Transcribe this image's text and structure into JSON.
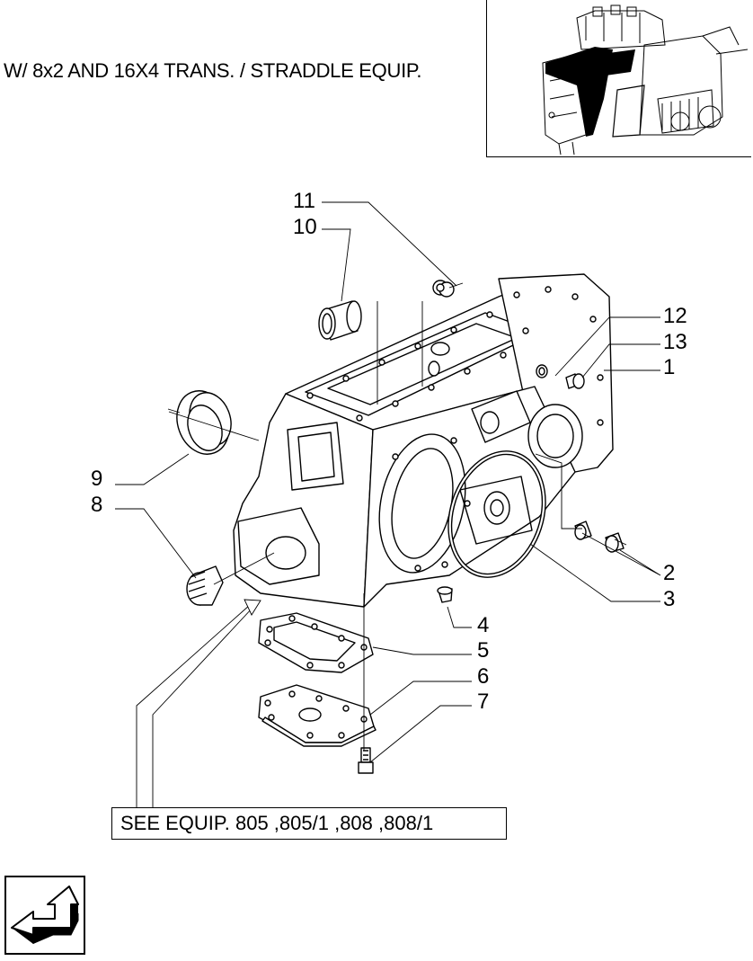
{
  "header": {
    "title": "W/ 8x2 AND 16X4 TRANS. / STRADDLE EQUIP."
  },
  "reference_box": {
    "text": "SEE EQUIP. 805 ,805/1 ,808 ,808/1"
  },
  "callouts": [
    "1",
    "2",
    "3",
    "4",
    "5",
    "6",
    "7",
    "8",
    "9",
    "10",
    "11",
    "12",
    "13"
  ],
  "icons": {
    "thumbnail": "tractor-transmission-thumbnail-icon",
    "navigation": "next-page-arrow-icon"
  },
  "colors": {
    "ink": "#000000",
    "background": "#ffffff"
  }
}
